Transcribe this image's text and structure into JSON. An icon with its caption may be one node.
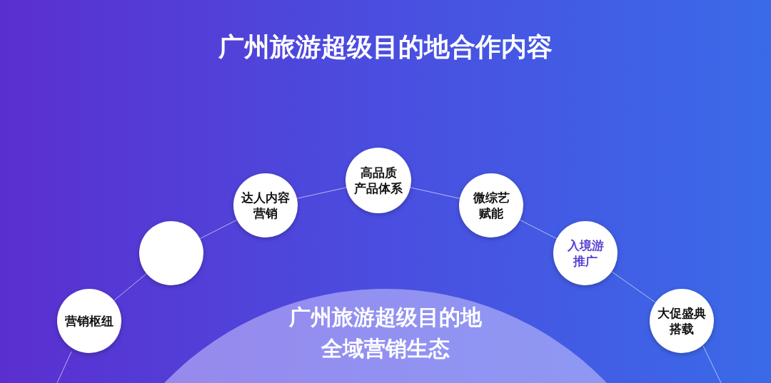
{
  "diagram": {
    "title": "广州旅游超级目的地合作内容",
    "nodes": [
      {
        "text": [
          "营销枢纽"
        ]
      },
      {
        "text": [],
        "shape": "circle"
      },
      {
        "text": [
          "达人内容营销"
        ]
      },
      {
        "text": [
          "高品质产品体系"
        ]
      },
      {
        "text": [
          "微综艺赋能"
        ]
      },
      {
        "text": [
          "入境游推广"
        ]
      },
      {
        "text": [
          "大促盛典搭载"
        ]
      },
      {
        "text": [
          "广州旅游超级目的地全域营销生态"
        ]
      }
    ],
    "edges": [
      {
        "from": 0,
        "to": 1,
        "arrow": "none"
      },
      {
        "from": 1,
        "to": 2,
        "arrow": "none"
      },
      {
        "from": 2,
        "to": 3,
        "arrow": "none"
      },
      {
        "from": 3,
        "to": 4,
        "arrow": "none"
      },
      {
        "from": 4,
        "to": 5,
        "arrow": "none"
      },
      {
        "from": 5,
        "to": 6,
        "arrow": "none"
      }
    ]
  }
}
